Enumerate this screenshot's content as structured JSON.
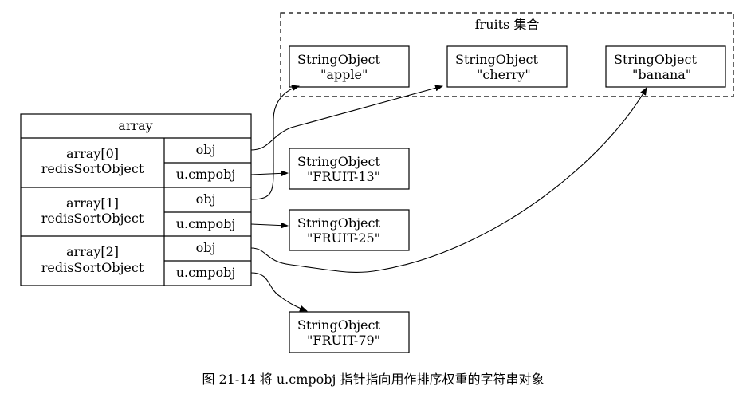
{
  "cluster": {
    "label": "fruits 集合"
  },
  "fruit_nodes": [
    {
      "line1": "StringObject",
      "line2": "\"apple\""
    },
    {
      "line1": "StringObject",
      "line2": "\"cherry\""
    },
    {
      "line1": "StringObject",
      "line2": "\"banana\""
    }
  ],
  "array": {
    "header": "array",
    "rows": [
      {
        "name": "array[0]",
        "type": "redisSortObject",
        "fields": [
          "obj",
          "u.cmpobj"
        ]
      },
      {
        "name": "array[1]",
        "type": "redisSortObject",
        "fields": [
          "obj",
          "u.cmpobj"
        ]
      },
      {
        "name": "array[2]",
        "type": "redisSortObject",
        "fields": [
          "obj",
          "u.cmpobj"
        ]
      }
    ]
  },
  "key_nodes": [
    {
      "line1": "StringObject",
      "line2": "\"FRUIT-13\""
    },
    {
      "line1": "StringObject",
      "line2": "\"FRUIT-25\""
    },
    {
      "line1": "StringObject",
      "line2": "\"FRUIT-79\""
    }
  ],
  "caption": "图 21-14    将 u.cmpobj 指针指向用作排序权重的字符串对象"
}
